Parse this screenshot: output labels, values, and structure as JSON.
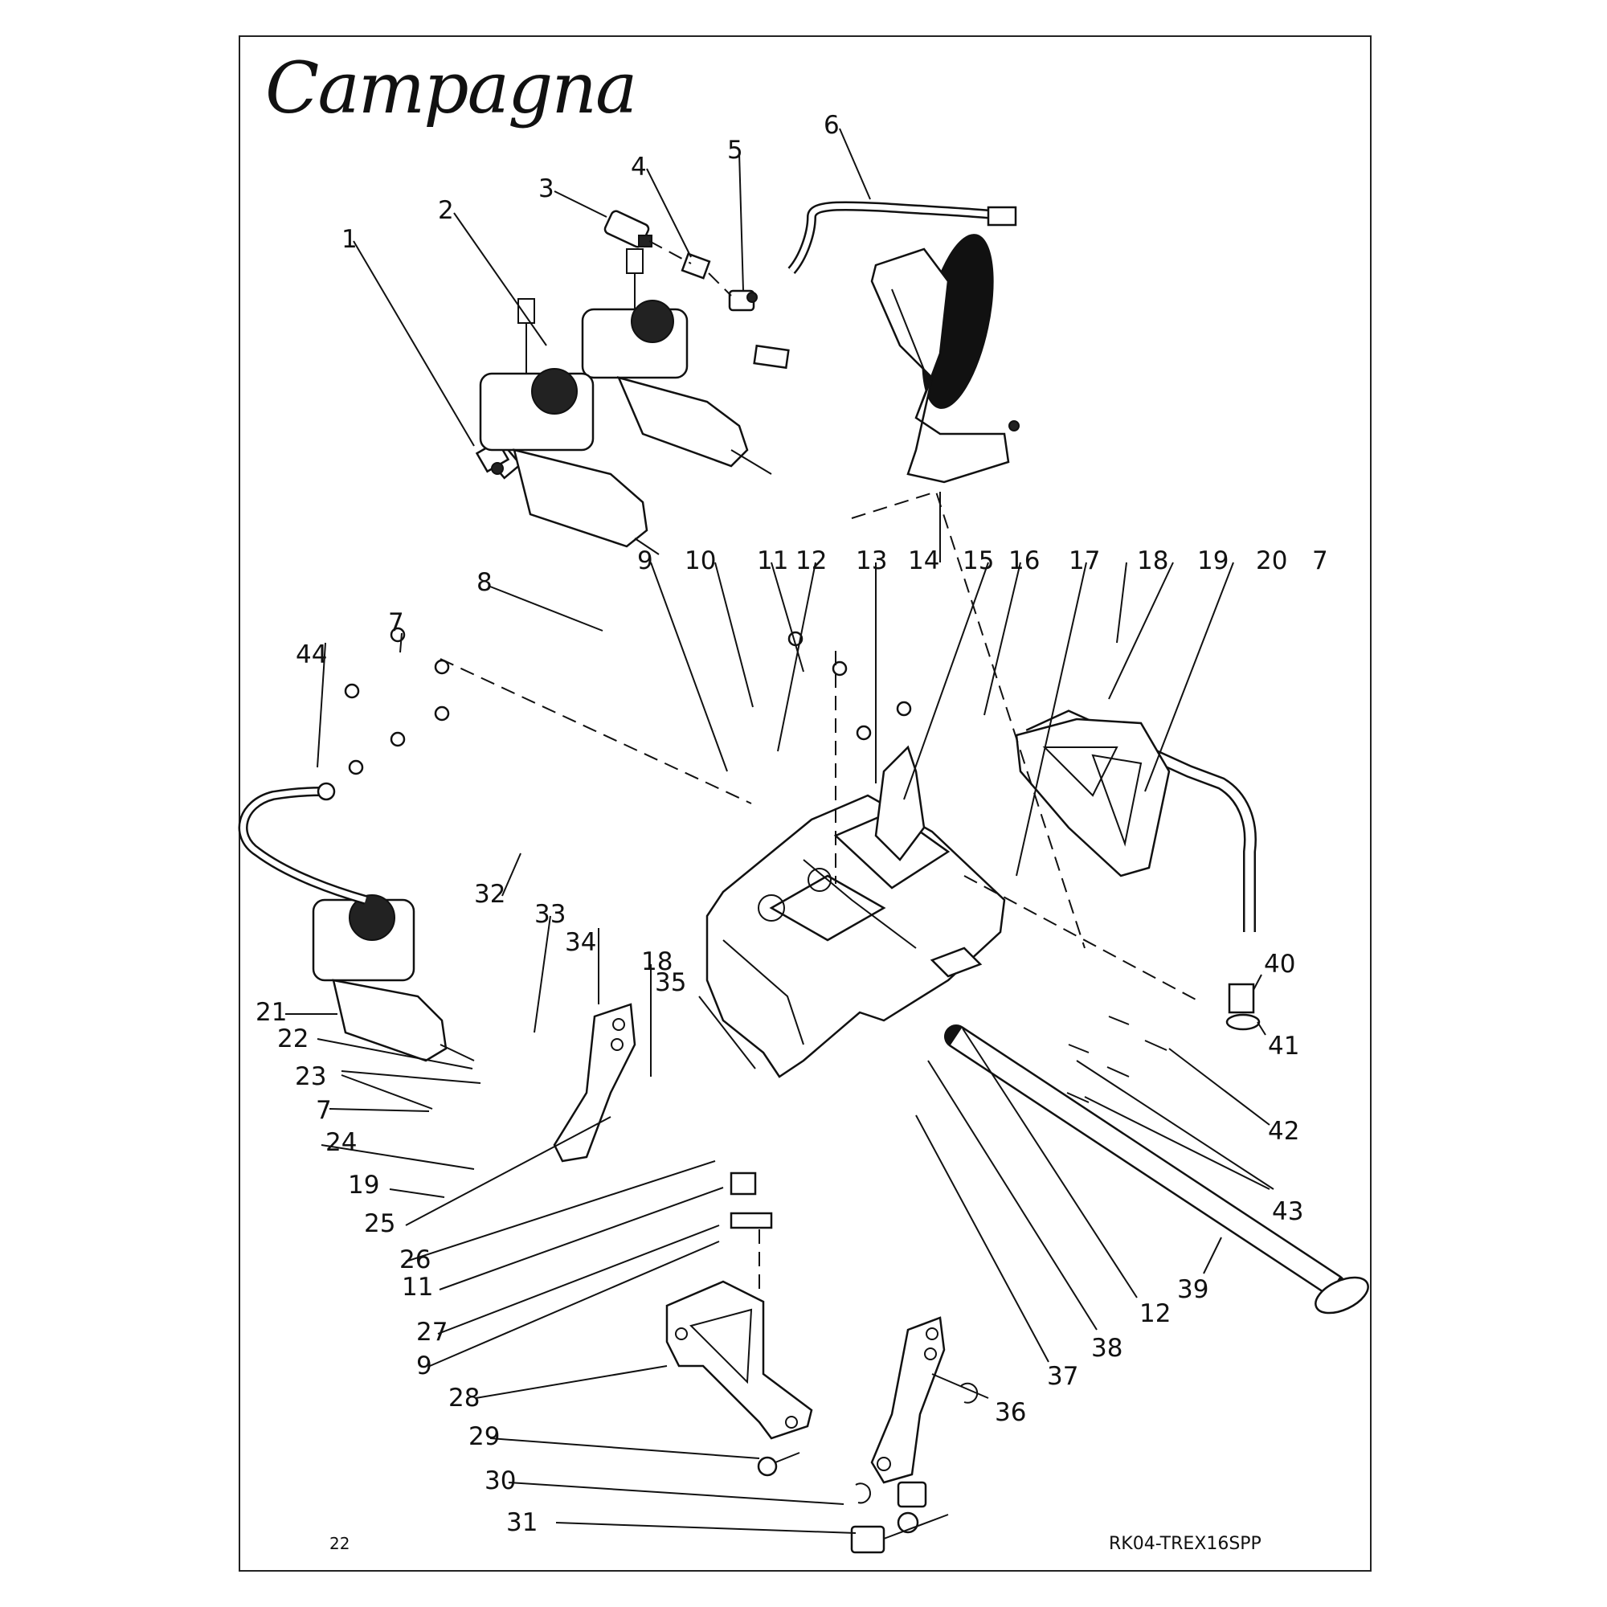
{
  "brand": "Campagna",
  "page_number": "22",
  "document_code": "RK04-TREX16SPP",
  "callouts": [
    "1",
    "2",
    "3",
    "4",
    "5",
    "6",
    "7",
    "8",
    "9",
    "10",
    "11",
    "12",
    "13",
    "14",
    "15",
    "16",
    "17",
    "18",
    "19",
    "20",
    "7",
    "44",
    "32",
    "33",
    "34",
    "18",
    "35",
    "21",
    "22",
    "23",
    "7",
    "24",
    "19",
    "25",
    "26",
    "11",
    "27",
    "9",
    "28",
    "29",
    "30",
    "31",
    "40",
    "41",
    "42",
    "43",
    "39",
    "12",
    "38",
    "37",
    "36"
  ]
}
